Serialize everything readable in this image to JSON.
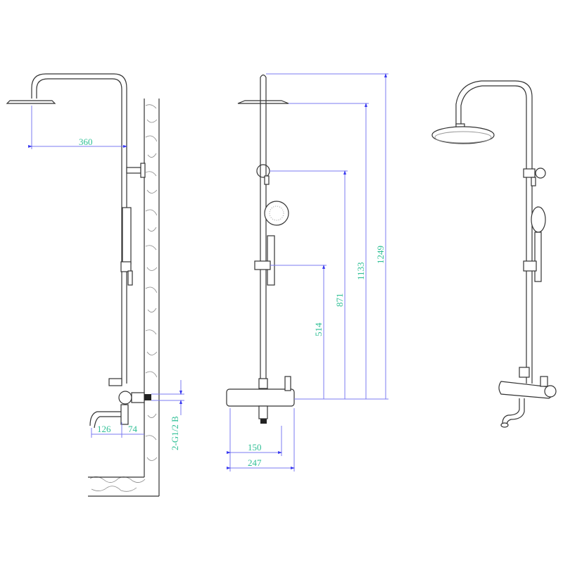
{
  "colors": {
    "dimension_line": "#7b7bf0",
    "dimension_text": "#2fbf95",
    "drawing": "#333333"
  },
  "left_view": {
    "dims": {
      "head_reach": "360",
      "spout_reach": "126",
      "wall_offset": "74",
      "connection": "2-G1/2 B"
    }
  },
  "front_view": {
    "dims": {
      "slider_height": "514",
      "holder_height": "871",
      "head_height": "1133",
      "total_height": "1249",
      "spout_width": "150",
      "body_width": "247"
    }
  }
}
